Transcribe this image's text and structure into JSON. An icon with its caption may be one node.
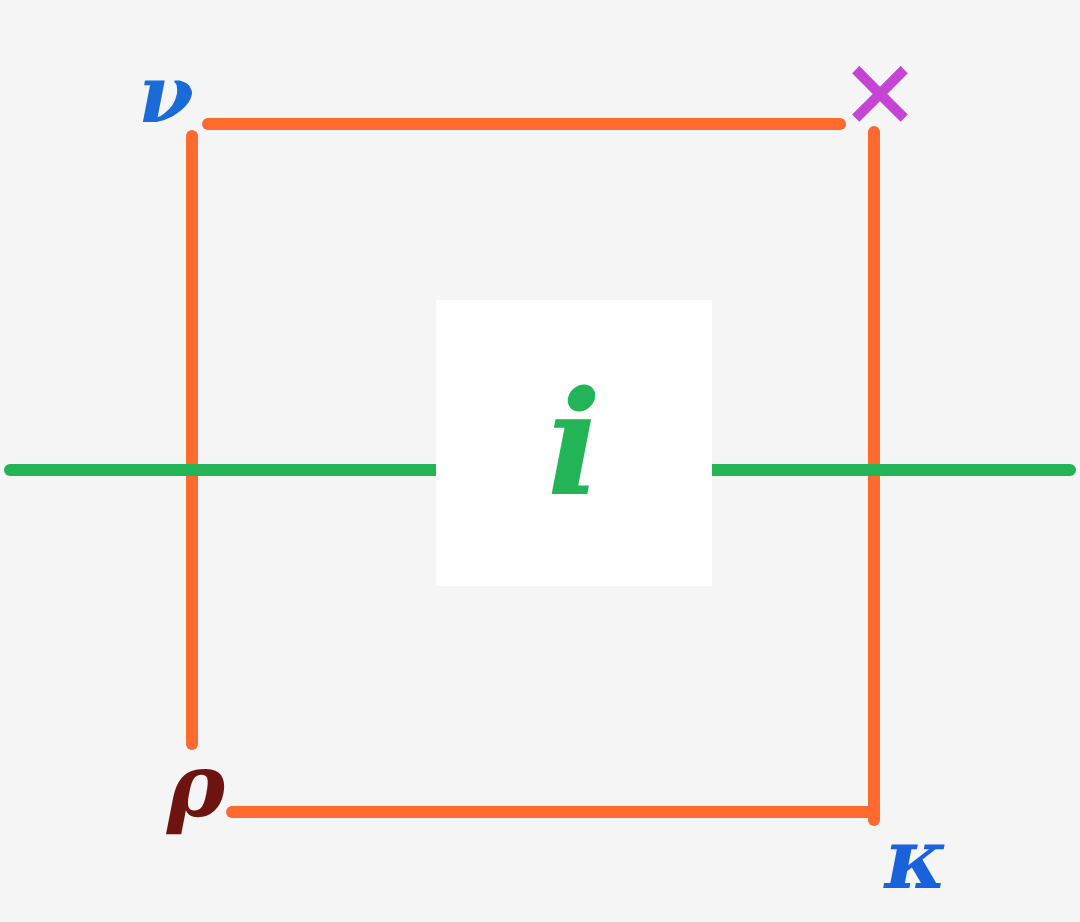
{
  "diagram": {
    "nodes": [
      {
        "text": [
          "ν"
        ]
      },
      {
        "text": [
          "×"
        ]
      },
      {
        "text": [
          "ρ"
        ]
      },
      {
        "text": [
          "κ"
        ]
      },
      {
        "text": [
          "i"
        ]
      }
    ],
    "edges": [
      {
        "from": 0,
        "to": 1,
        "arrow": "none"
      },
      {
        "from": 0,
        "to": 2,
        "arrow": "none"
      },
      {
        "from": 1,
        "to": 3,
        "arrow": "none"
      },
      {
        "from": 2,
        "to": 3,
        "arrow": "none"
      },
      {
        "from": null,
        "to": 4,
        "arrow": "none",
        "color": "#22b456"
      },
      {
        "from": 4,
        "to": null,
        "arrow": "none",
        "color": "#22b456"
      }
    ]
  }
}
